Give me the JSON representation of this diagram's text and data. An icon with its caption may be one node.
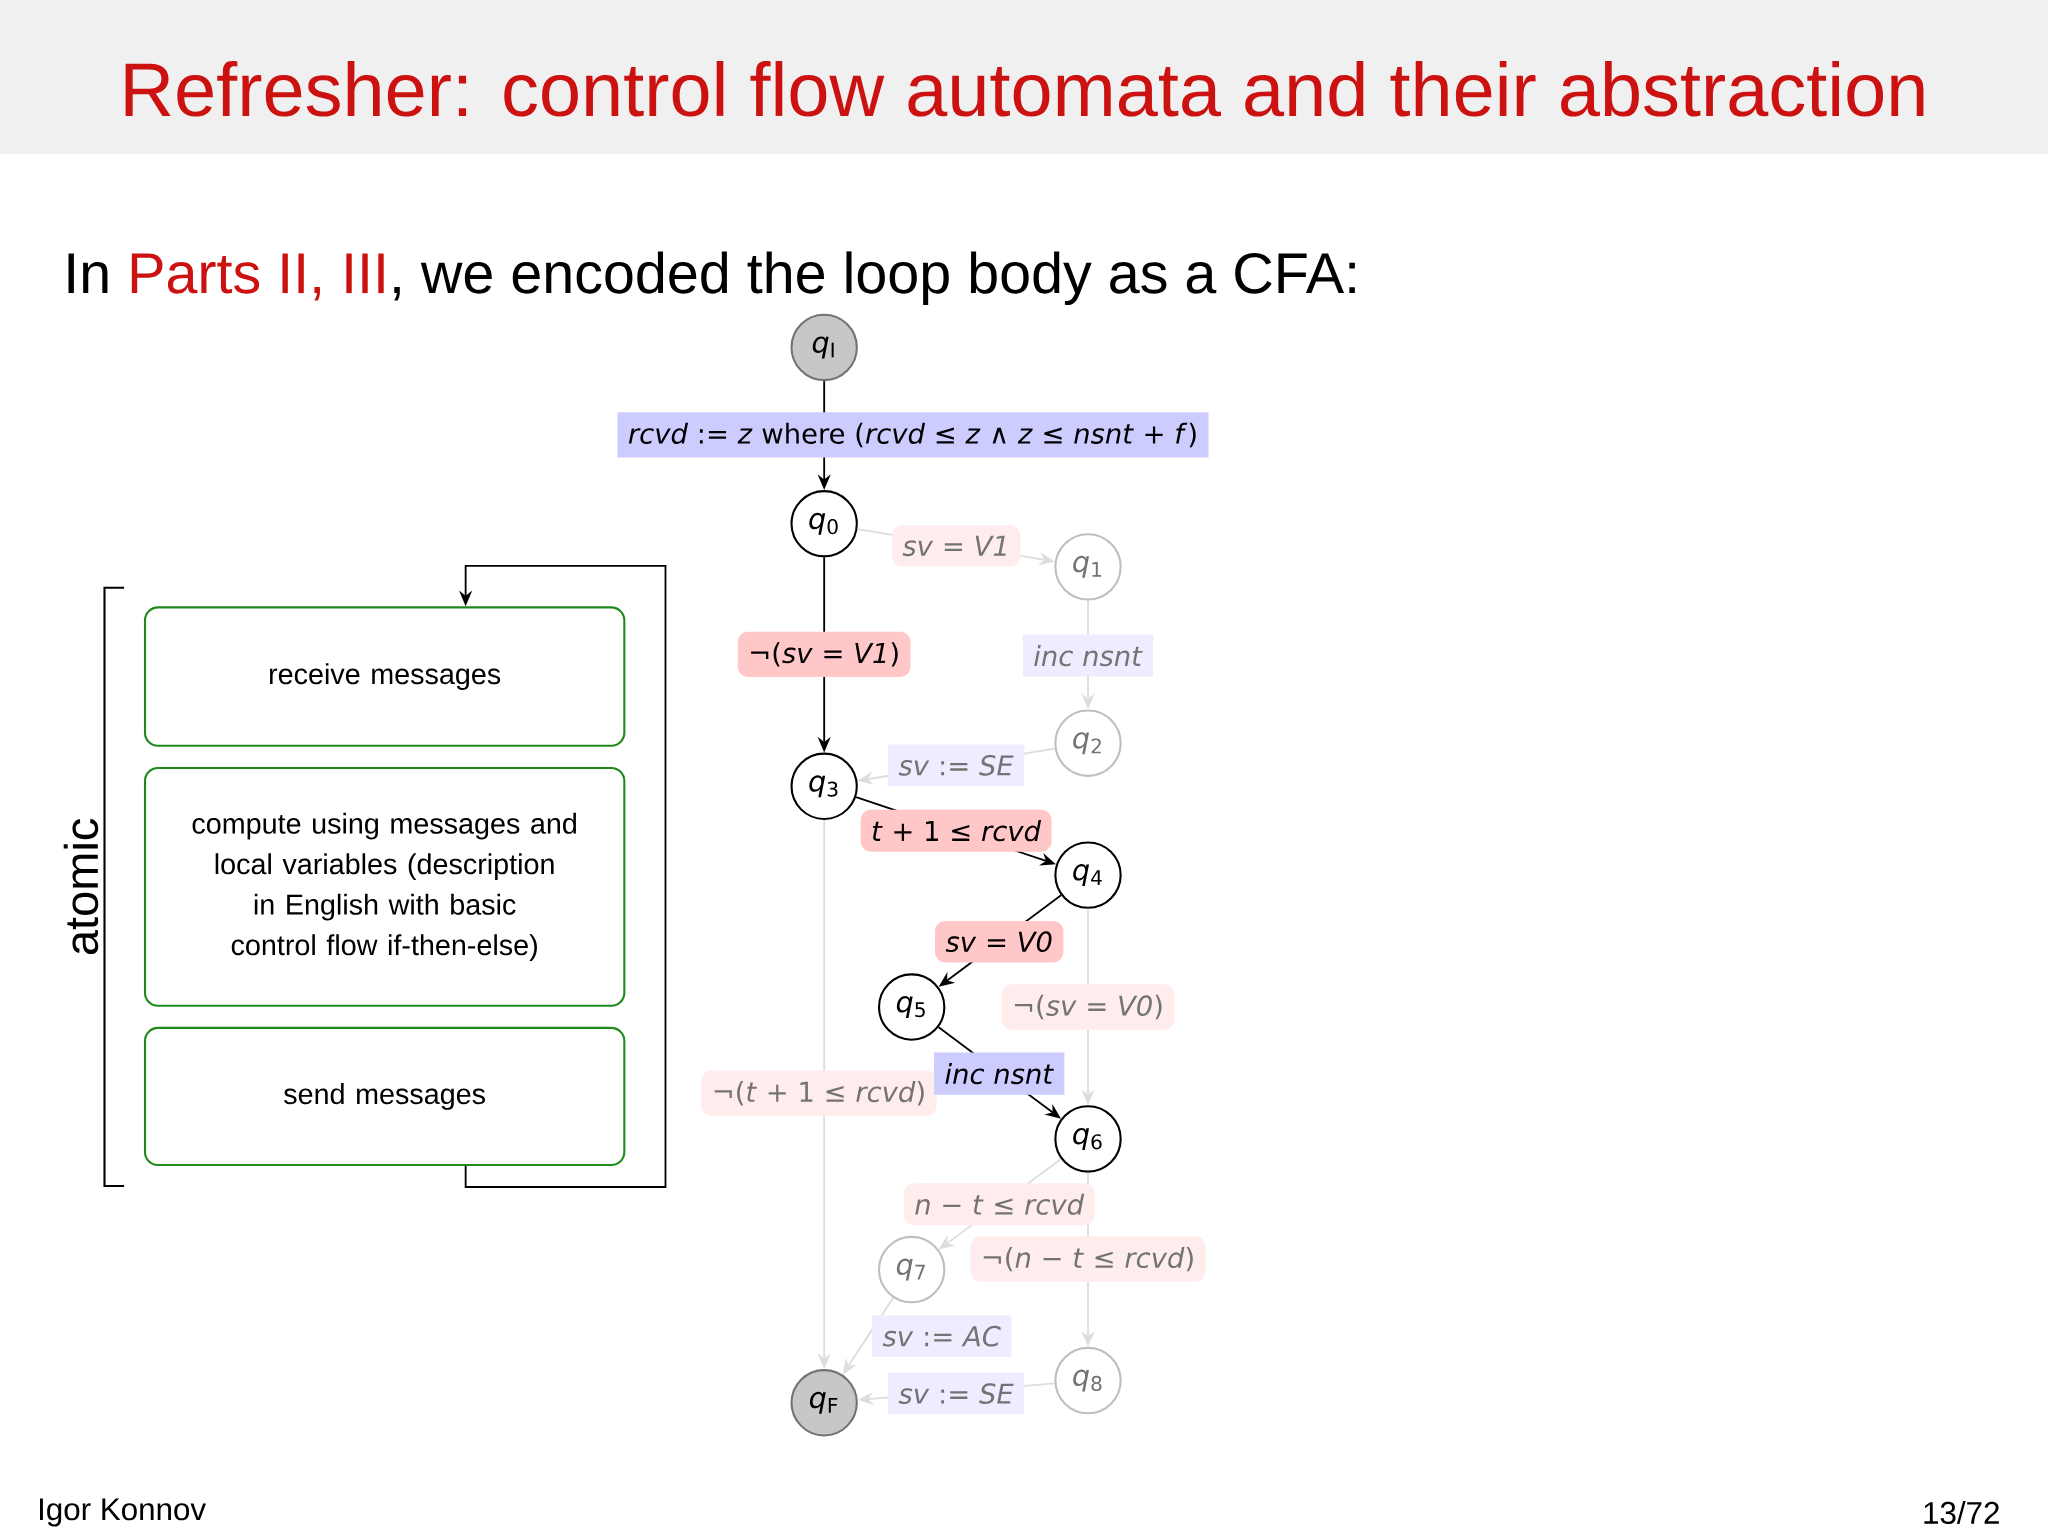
{
  "diagram": {
    "title": "Refresher: control flow automata and their abstraction",
    "nodes": [
      {
        "text": [
          "receive messages"
        ]
      },
      {
        "text": [
          "compute using messages and local variables (description in English with basic control flow if-then-else)"
        ]
      },
      {
        "text": [
          "send messages"
        ]
      },
      {
        "text": [
          "*q*$_{I}$"
        ]
      },
      {
        "text": [
          "*q*$_{0}$"
        ]
      },
      {
        "text": [
          "*q*$_{1}$"
        ]
      },
      {
        "text": [
          "*q*$_{2}$"
        ]
      },
      {
        "text": [
          "*q*$_{3}$"
        ]
      },
      {
        "text": [
          "*q*$_{4}$"
        ]
      },
      {
        "text": [
          "*q*$_{5}$"
        ]
      },
      {
        "text": [
          "*q*$_{6}$"
        ]
      },
      {
        "text": [
          "*q*$_{7}$"
        ]
      },
      {
        "text": [
          "*q*$_{8}$"
        ]
      },
      {
        "text": [
          "*q*$_{F}$"
        ]
      }
    ],
    "edges": [
      {
        "from": 3,
        "to": 4,
        "arrow": "to",
        "label": "*rcvd* := *z* where (*rcvd* ≤ *z* ∧  *z* ≤ *nsnt* + *f*)",
        "color": "#000000"
      },
      {
        "from": 4,
        "to": 5,
        "arrow": "to",
        "label": "*sv* = *V1*",
        "color": "#dddddd"
      },
      {
        "from": 5,
        "to": 6,
        "arrow": "to",
        "label": "*inc nsnt*",
        "color": "#dddddd"
      },
      {
        "from": 6,
        "to": 7,
        "arrow": "to",
        "label": "*sv* := *SE*",
        "color": "#dddddd"
      },
      {
        "from": 4,
        "to": 7,
        "arrow": "to",
        "label": "¬(*sv* = *V1*)",
        "color": "#000000"
      },
      {
        "from": 7,
        "to": 8,
        "arrow": "to",
        "label": "*t* + 1 ≤ *rcvd*",
        "color": "#000000"
      },
      {
        "from": 7,
        "to": 13,
        "arrow": "to",
        "label": "¬(*t* + 1 ≤ *rcvd*)",
        "color": "#dddddd"
      },
      {
        "from": 8,
        "to": 9,
        "arrow": "to",
        "label": "*sv* = *V0*",
        "color": "#000000"
      },
      {
        "from": 8,
        "to": 10,
        "arrow": "to",
        "label": "¬(*sv* = *V0*)",
        "color": "#dddddd"
      },
      {
        "from": 9,
        "to": 10,
        "arrow": "to",
        "label": "*inc nsnt*",
        "color": "#000000"
      },
      {
        "from": 10,
        "to": 11,
        "arrow": "to",
        "label": "*n* − *t* ≤ *rcvd*",
        "color": "#dddddd"
      },
      {
        "from": 10,
        "to": 12,
        "arrow": "to",
        "label": "¬(*n* − *t* ≤ *rcvd*)",
        "color": "#dddddd"
      },
      {
        "from": 11,
        "to": 13,
        "arrow": "to",
        "label": "*sv* := *AC*",
        "color": "#dddddd"
      },
      {
        "from": 12,
        "to": 13,
        "arrow": "to",
        "label": "*sv* := *SE*",
        "color": "#dddddd"
      },
      {
        "from": 2,
        "to": 0,
        "arrow": "to",
        "color": "#000000"
      }
    ],
    "labels": [
      "In",
      "Parts II, III",
      ", we encoded the loop body as a CFA:",
      "atomic",
      "Igor Konnov",
      "13/72"
    ]
  }
}
